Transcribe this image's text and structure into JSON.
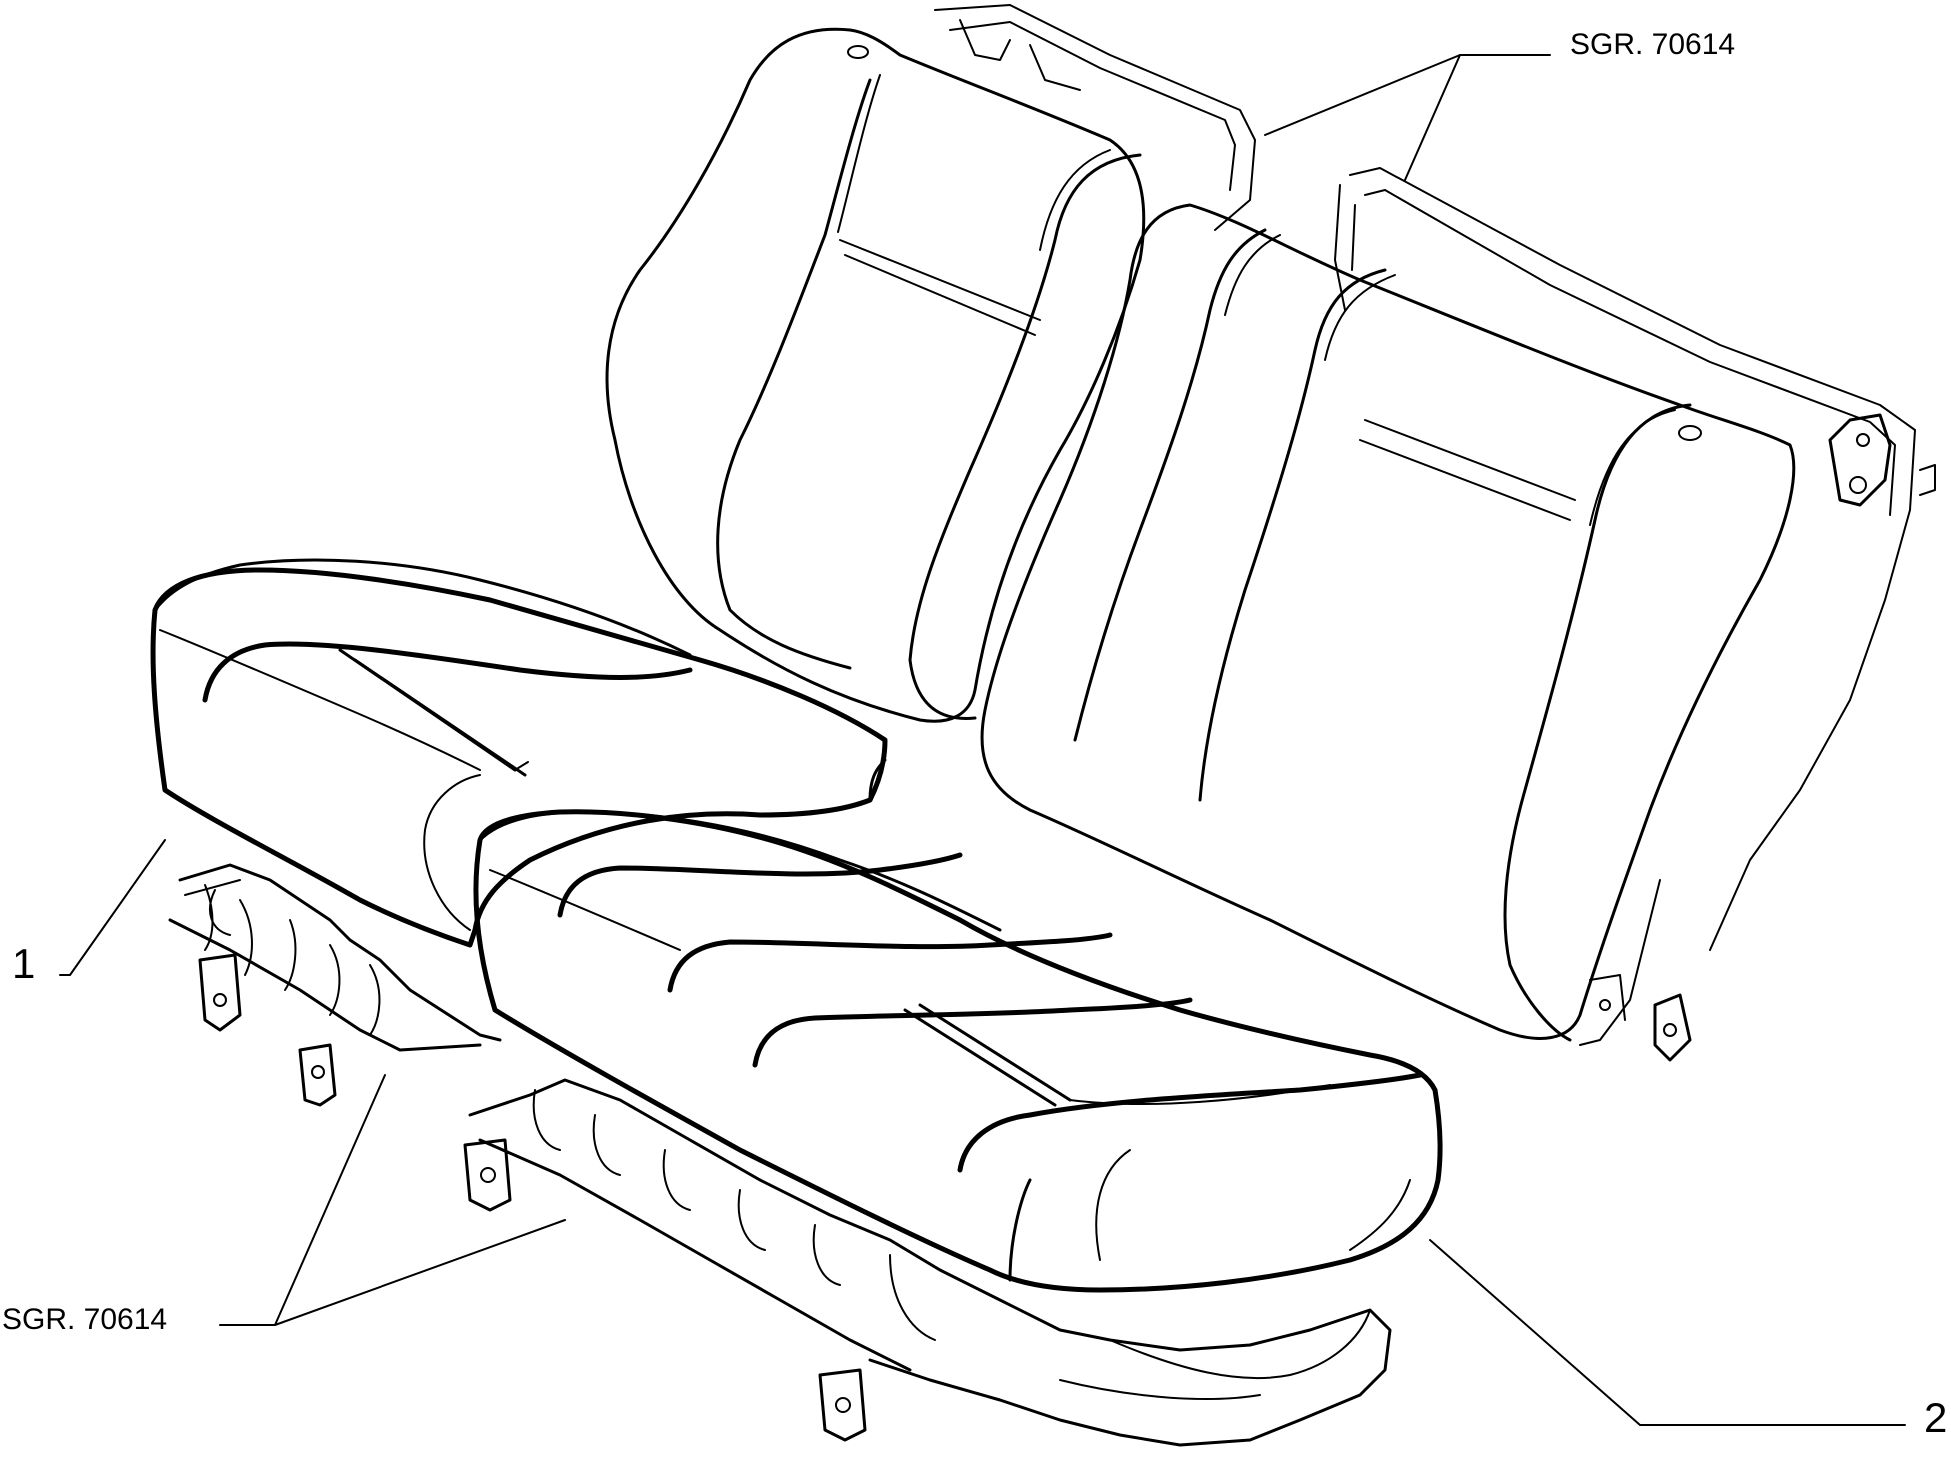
{
  "labels": {
    "ref_top": "SGR. 70614",
    "ref_left": "SGR. 70614",
    "part_1": "1",
    "part_2": "2"
  },
  "colors": {
    "ink": "#000000",
    "background": "#ffffff"
  }
}
